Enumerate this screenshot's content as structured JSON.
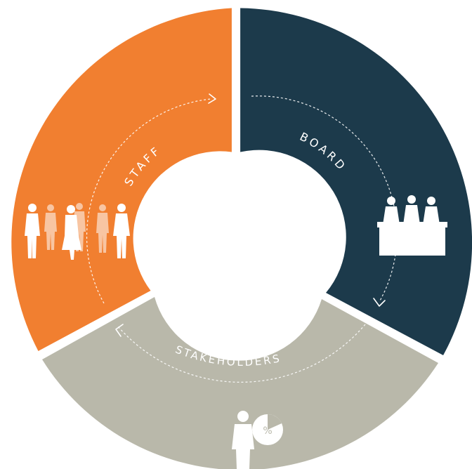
{
  "diagram": {
    "segments": [
      {
        "id": "staff",
        "label": "STAFF",
        "color": "#F17F30",
        "icon": "group-of-people-icon"
      },
      {
        "id": "board",
        "label": "BOARD",
        "color": "#1C3A4B",
        "icon": "board-members-at-table-icon"
      },
      {
        "id": "stakeholders",
        "label": "STAKEHOLDERS",
        "color": "#B9B8AA",
        "icon": "person-with-percent-chart-icon"
      }
    ],
    "flow": "clockwise-cycle",
    "icon_glyph": "%"
  }
}
